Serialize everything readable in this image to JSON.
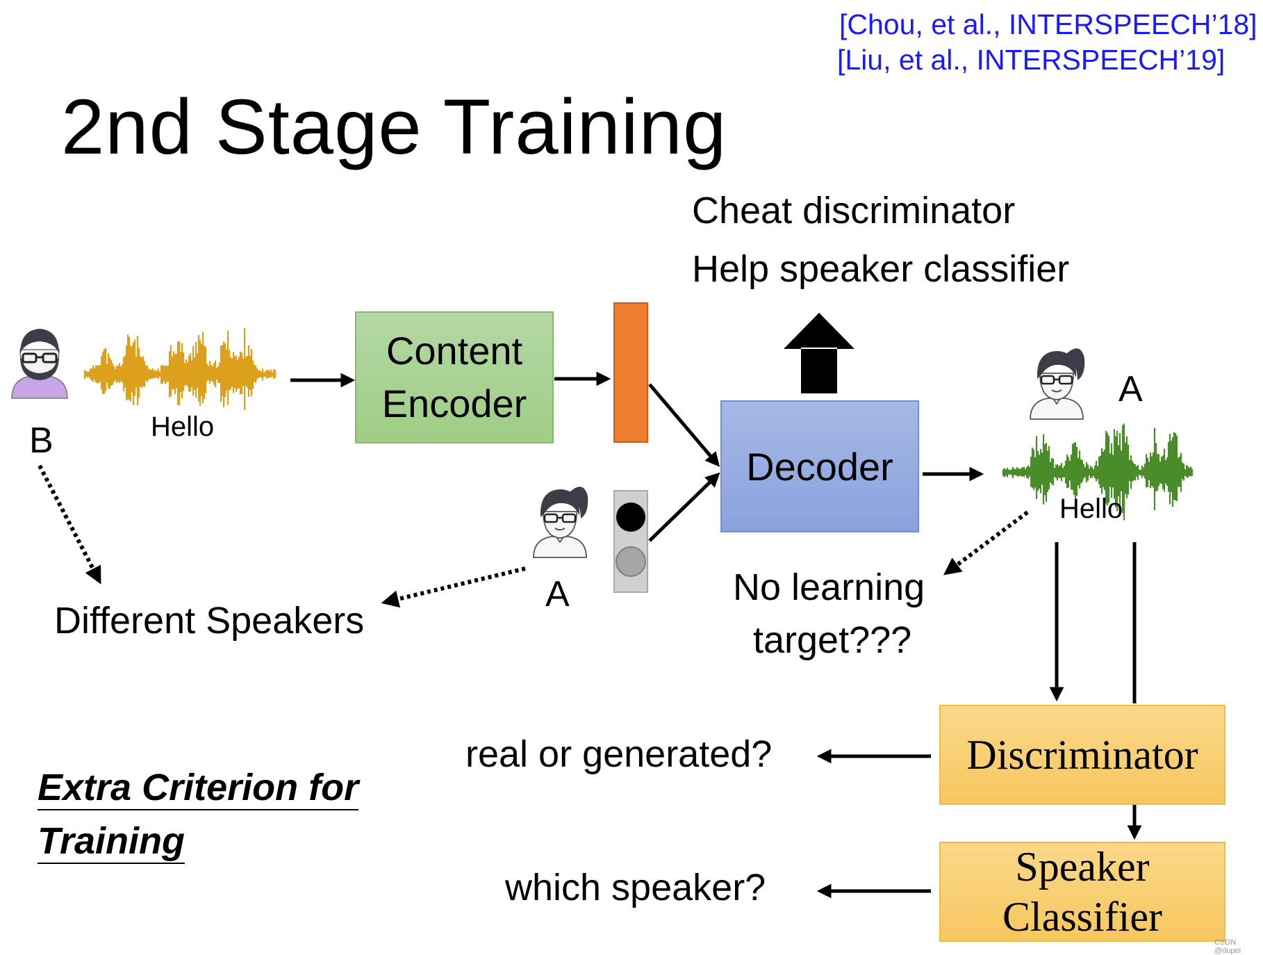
{
  "references": [
    "[Chou, et al., INTERSPEECH’18]",
    "[Liu, et al., INTERSPEECH’19]"
  ],
  "title": "2nd Stage Training",
  "goals": [
    "Cheat discriminator",
    "Help speaker classifier"
  ],
  "speaker_b": "B",
  "speaker_a": "A",
  "speaker_a_output": "A",
  "input_word": "Hello",
  "output_word": "Hello",
  "content_encoder": [
    "Content",
    "Encoder"
  ],
  "decoder": "Decoder",
  "different_speakers": "Different Speakers",
  "no_target": [
    "No learning",
    "target???"
  ],
  "discriminator": "Discriminator",
  "speaker_classifier": [
    "Speaker",
    "Classifier"
  ],
  "real_or_generated": "real or generated?",
  "which_speaker": "which speaker?",
  "extra_criterion": [
    "Extra Criterion for",
    "Training"
  ],
  "watermark": "CSDN @dupei",
  "colors": {
    "reference": "#1a1aff",
    "content_vector": "#ee7d31",
    "input_wave": "#dca01d",
    "output_wave": "#4a8c2a",
    "encoder": "#a9d18e",
    "decoder": "#8faadc",
    "classifier": "#ffd966",
    "avatar_purple": "#c9a5e6"
  },
  "icons": [
    "male-avatar-icon",
    "female-avatar-icon",
    "speaker-onehot-icon",
    "up-arrow-icon"
  ]
}
